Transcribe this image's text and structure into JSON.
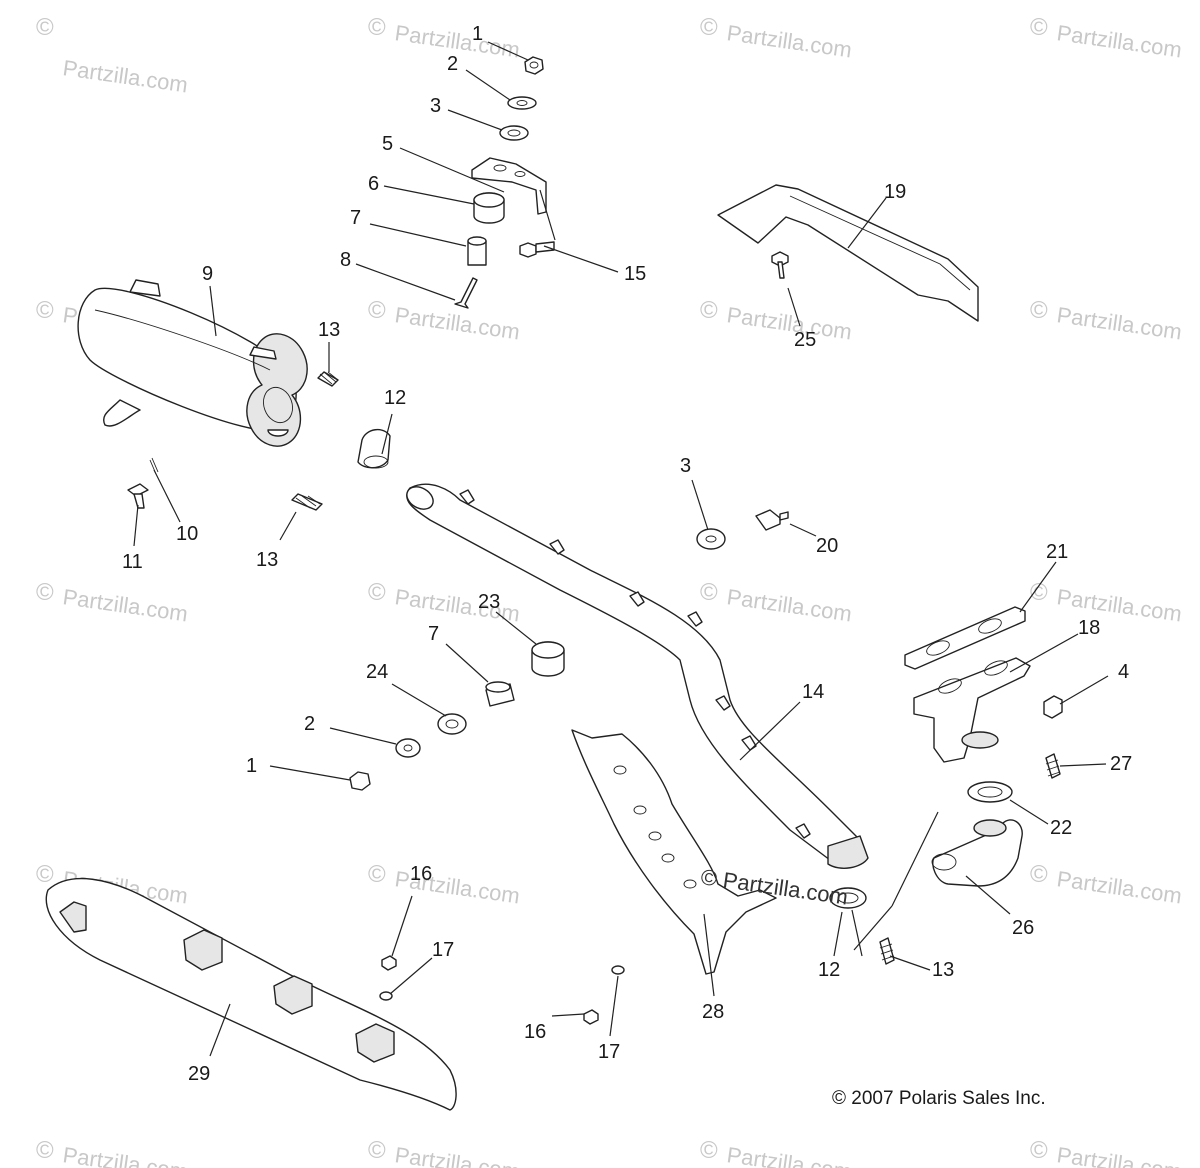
{
  "watermark": {
    "symbol": "©",
    "text": "Partzilla.com"
  },
  "center_watermark": "© Partzilla.com",
  "copyright": "© 2007 Polaris Sales Inc.",
  "callouts": {
    "c1a": "1",
    "c2a": "2",
    "c3a": "3",
    "c5": "5",
    "c6": "6",
    "c7a": "7",
    "c8": "8",
    "c15": "15",
    "c9": "9",
    "c13a": "13",
    "c12a": "12",
    "c10": "10",
    "c11": "11",
    "c13b": "13",
    "c3b": "3",
    "c20": "20",
    "c19": "19",
    "c25": "25",
    "c21": "21",
    "c18": "18",
    "c4": "4",
    "c27": "27",
    "c22": "22",
    "c26": "26",
    "c13c": "13",
    "c12b": "12",
    "c14": "14",
    "c23": "23",
    "c7b": "7",
    "c24": "24",
    "c2b": "2",
    "c1b": "1",
    "c16a": "16",
    "c17a": "17",
    "c29": "29",
    "c16b": "16",
    "c17b": "17",
    "c28": "28"
  }
}
